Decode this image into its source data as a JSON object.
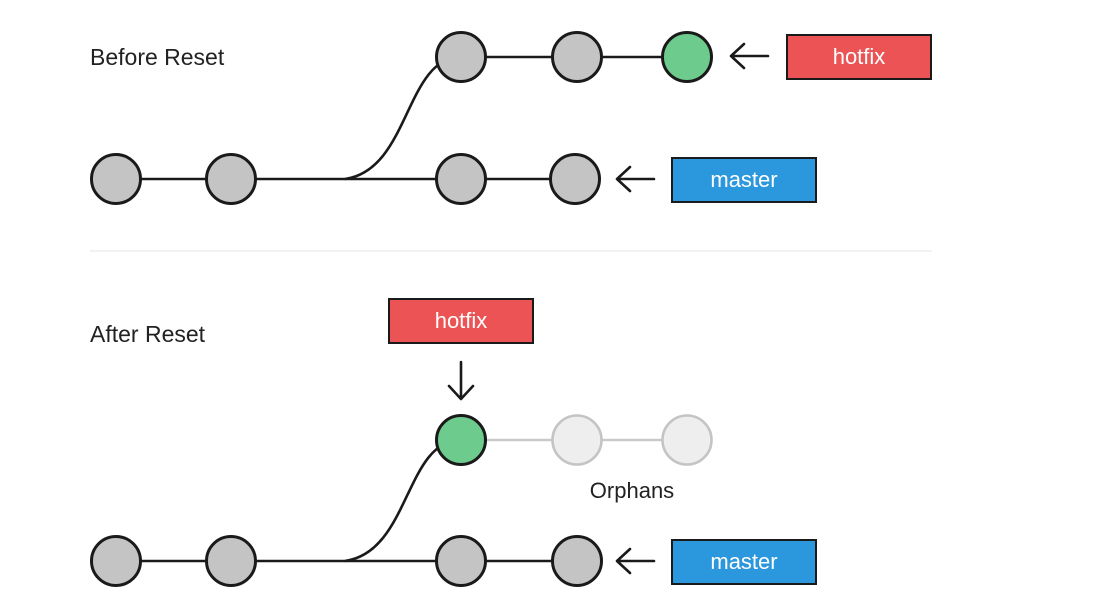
{
  "before": {
    "title": "Before Reset",
    "hotfix_label": "hotfix",
    "master_label": "master"
  },
  "after": {
    "title": "After Reset",
    "hotfix_label": "hotfix",
    "master_label": "master",
    "orphans_label": "Orphans"
  },
  "colors": {
    "commit": "#c4c4c4",
    "commit_head": "#6dcb8d",
    "commit_orphan": "#eeeeee",
    "hotfix_branch": "#ec5354",
    "master_branch": "#2b97dd",
    "divider": "#eeeeee"
  }
}
